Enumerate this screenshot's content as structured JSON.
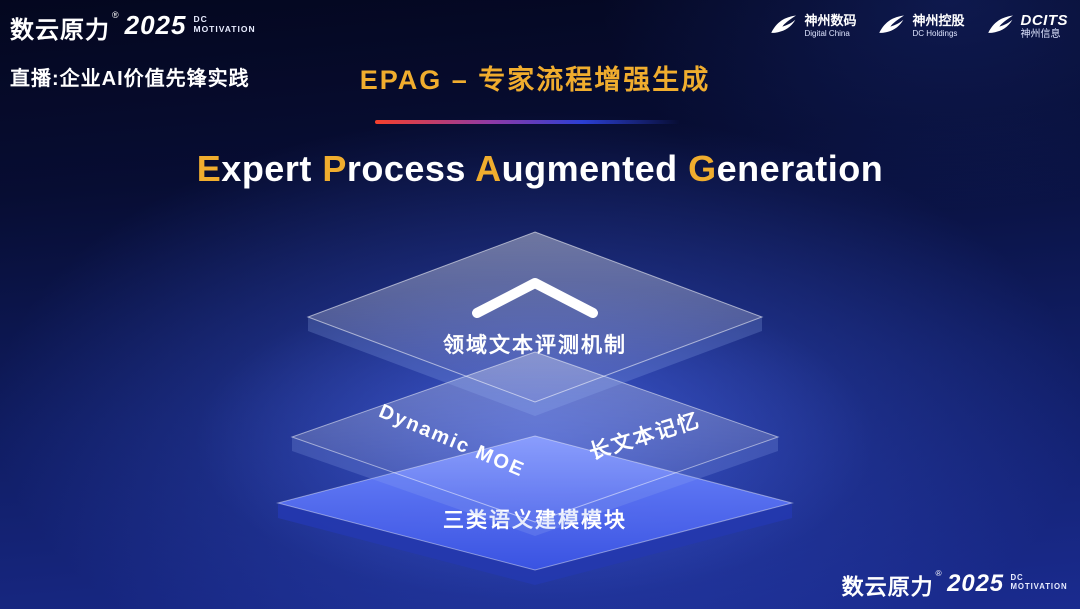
{
  "brand": {
    "name": "数云原力",
    "reg": "®",
    "year": "2025",
    "dc": "DC",
    "motivation": "MOTIVATION"
  },
  "header": {
    "live_label": "直播:企业AI价值先锋实践",
    "title": "EPAG – 专家流程增强生成"
  },
  "logos": [
    {
      "primary": "神州数码",
      "secondary": "Digital China"
    },
    {
      "primary": "神州控股",
      "secondary": "DC Holdings"
    },
    {
      "primary": "DCITS",
      "secondary": "神州信息"
    }
  ],
  "heading": {
    "words": [
      {
        "cap": "E",
        "rest": "xpert "
      },
      {
        "cap": "P",
        "rest": "rocess "
      },
      {
        "cap": "A",
        "rest": "ugmented "
      },
      {
        "cap": "G",
        "rest": "eneration"
      }
    ]
  },
  "diagram": {
    "top_layer_label": "领域文本评测机制",
    "middle_left_label": "Dynamic  MOE",
    "middle_right_label": "长文本记忆",
    "bottom_layer_label": "三类语义建模模块"
  },
  "icons": {
    "chevron": "chevron-up-icon",
    "company_swoosh": "swoosh-logo-icon"
  },
  "colors": {
    "gold": "#f0ad2e",
    "background_top": "#04071f",
    "background_bottom": "#1a2b8f",
    "bottom_layer_blue": "#4f6ef2",
    "line_red": "#f5402c",
    "line_blue": "#2b3fd4"
  }
}
